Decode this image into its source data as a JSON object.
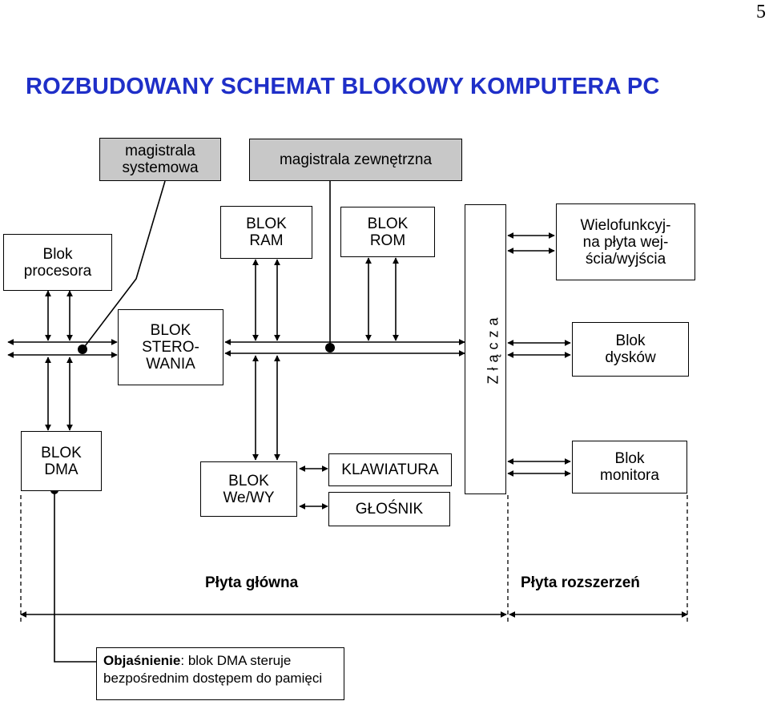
{
  "page_number": "5",
  "title": "ROZBUDOWANY SCHEMAT BLOKOWY KOMPUTERA PC",
  "buses": {
    "system_bus": [
      "magistrala",
      "systemowa"
    ],
    "external_bus": "magistrala zewnętrzna"
  },
  "blocks": {
    "processor": [
      "Blok",
      "procesora"
    ],
    "control": [
      "BLOK",
      "STERO-",
      "WANIA"
    ],
    "ram": [
      "BLOK",
      "RAM"
    ],
    "rom": [
      "BLOK",
      "ROM"
    ],
    "dma": [
      "BLOK",
      "DMA"
    ],
    "io": [
      "BLOK",
      "We/WY"
    ],
    "keyboard": "KLAWIATURA",
    "speaker": "GŁOŚNIK",
    "connectors": "Złącza",
    "multifunction": [
      "Wielofunkcyj-",
      "na płyta wej-",
      "ścia/wyjścia"
    ],
    "disks": [
      "Blok",
      "dysków"
    ],
    "monitor": [
      "Blok",
      "monitora"
    ]
  },
  "sections": {
    "motherboard": "Płyta główna",
    "expansion": "Płyta rozszerzeń"
  },
  "legend": {
    "term": "Objaśnienie",
    "line1_rest": ": blok DMA steruje",
    "line2": "bezpośrednim dostępem do pamięci"
  }
}
